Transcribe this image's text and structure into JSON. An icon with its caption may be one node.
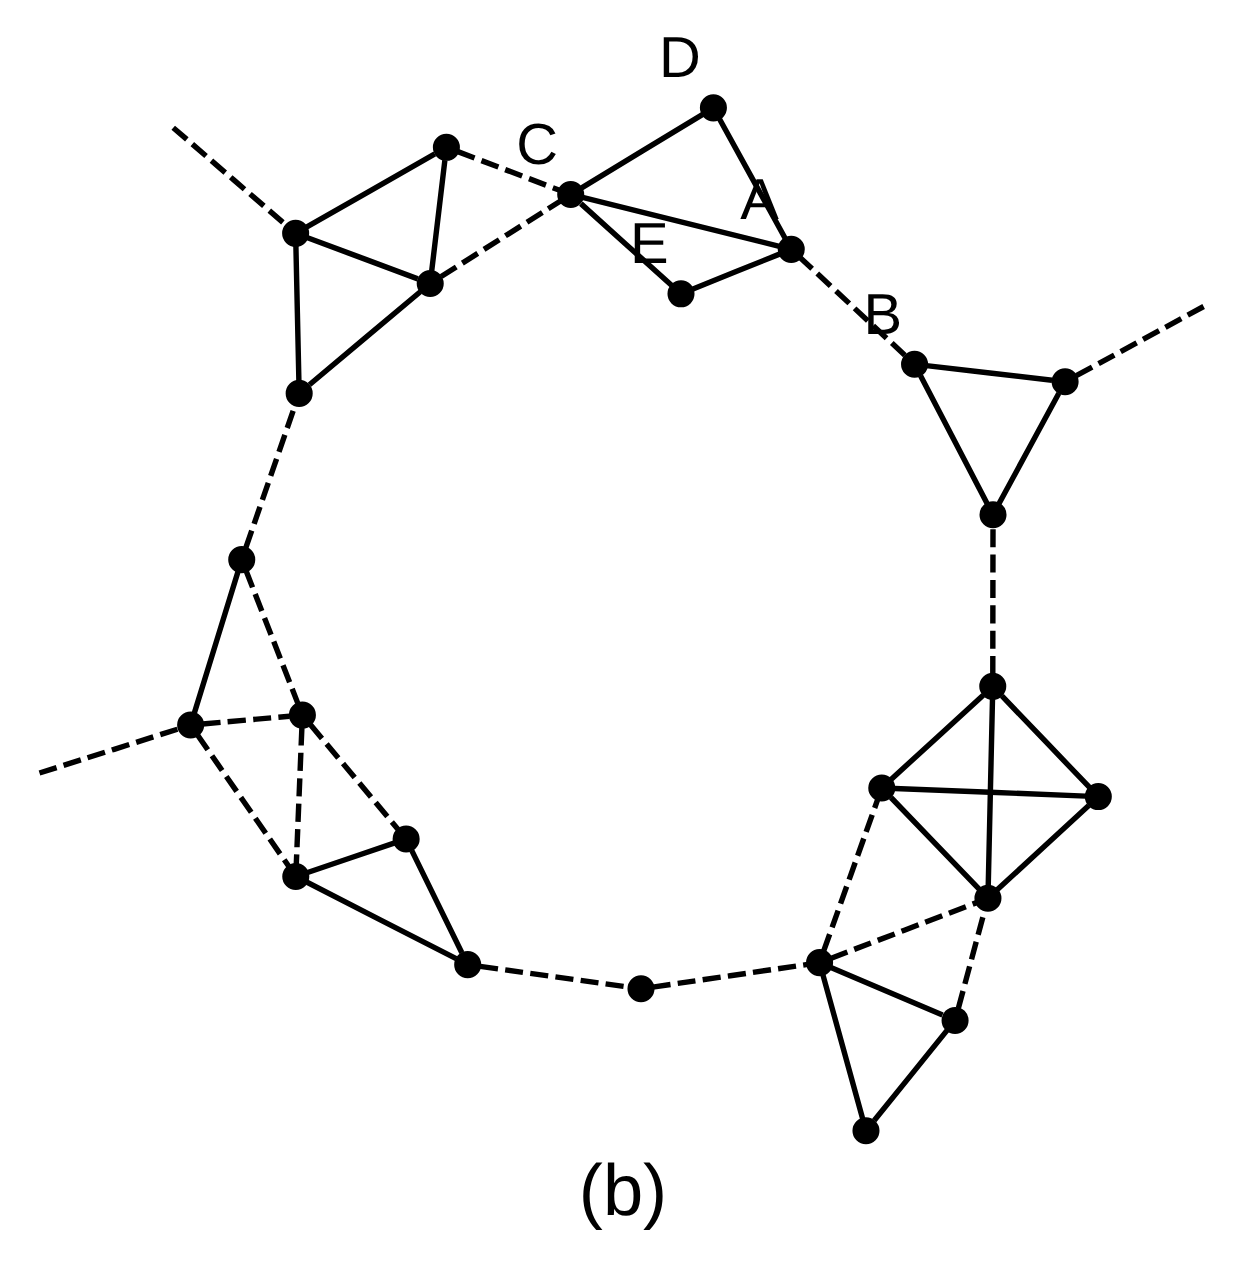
{
  "diagram": {
    "caption": "(b)",
    "nodes": [
      {
        "text": [],
        "shape": "circle"
      },
      {
        "text": [],
        "shape": "circle"
      },
      {
        "text": [],
        "shape": "circle"
      },
      {
        "text": [],
        "shape": "circle"
      },
      {
        "text": [],
        "shape": "circle"
      },
      {
        "text": [],
        "shape": "circle"
      },
      {
        "text": [],
        "shape": "circle"
      },
      {
        "text": [],
        "shape": "circle"
      },
      {
        "text": [],
        "shape": "circle"
      },
      {
        "text": [],
        "shape": "circle"
      },
      {
        "text": [],
        "shape": "circle"
      },
      {
        "text": [],
        "shape": "circle"
      },
      {
        "text": [],
        "shape": "circle"
      },
      {
        "text": [],
        "shape": "circle"
      },
      {
        "text": [],
        "shape": "circle"
      },
      {
        "text": [
          "B"
        ]
      },
      {
        "text": [],
        "shape": "circle"
      },
      {
        "text": [
          "D"
        ]
      },
      {
        "text": [
          "C"
        ]
      },
      {
        "text": [
          "A"
        ]
      },
      {
        "text": [
          "E"
        ]
      },
      {
        "text": [],
        "shape": "circle"
      },
      {
        "text": [],
        "shape": "circle"
      },
      {
        "text": [],
        "shape": "circle"
      },
      {
        "text": [],
        "shape": "circle"
      }
    ],
    "edges": [
      {
        "from": null,
        "to": 0,
        "arrow": "none",
        "style": "dashed"
      },
      {
        "from": 0,
        "to": 1,
        "arrow": "none"
      },
      {
        "from": 0,
        "to": 2,
        "arrow": "none",
        "style": "dashed"
      },
      {
        "from": 0,
        "to": 3,
        "arrow": "none",
        "style": "dashed"
      },
      {
        "from": 1,
        "to": 2,
        "arrow": "none",
        "style": "dashed"
      },
      {
        "from": 2,
        "to": 3,
        "arrow": "none",
        "style": "dashed"
      },
      {
        "from": 2,
        "to": 4,
        "arrow": "none",
        "style": "dashed"
      },
      {
        "from": 3,
        "to": 5,
        "arrow": "none"
      },
      {
        "from": 3,
        "to": 4,
        "arrow": "none"
      },
      {
        "from": 4,
        "to": 5,
        "arrow": "none"
      },
      {
        "from": 5,
        "to": 6,
        "arrow": "none",
        "style": "dashed"
      },
      {
        "from": 6,
        "to": 9,
        "arrow": "none",
        "style": "dashed"
      },
      {
        "from": 1,
        "to": 21,
        "arrow": "none",
        "style": "dashed"
      },
      {
        "from": 7,
        "to": 8,
        "arrow": "none"
      },
      {
        "from": 7,
        "to": 9,
        "arrow": "none"
      },
      {
        "from": 8,
        "to": 9,
        "arrow": "none"
      },
      {
        "from": 8,
        "to": 10,
        "arrow": "none",
        "style": "dashed"
      },
      {
        "from": 9,
        "to": 10,
        "arrow": "none",
        "style": "dashed"
      },
      {
        "from": 9,
        "to": 11,
        "arrow": "none",
        "style": "dashed"
      },
      {
        "from": 10,
        "to": 11,
        "arrow": "none"
      },
      {
        "from": 10,
        "to": 12,
        "arrow": "none"
      },
      {
        "from": 10,
        "to": 13,
        "arrow": "none"
      },
      {
        "from": 11,
        "to": 12,
        "arrow": "none"
      },
      {
        "from": 11,
        "to": 13,
        "arrow": "none"
      },
      {
        "from": 12,
        "to": 13,
        "arrow": "none"
      },
      {
        "from": 13,
        "to": 14,
        "arrow": "none",
        "style": "dashed"
      },
      {
        "from": 14,
        "to": 15,
        "arrow": "none"
      },
      {
        "from": 14,
        "to": 16,
        "arrow": "none"
      },
      {
        "from": 15,
        "to": 16,
        "arrow": "none"
      },
      {
        "from": 16,
        "to": null,
        "arrow": "none",
        "style": "dashed"
      },
      {
        "from": 15,
        "to": 19,
        "arrow": "none",
        "style": "dashed"
      },
      {
        "from": 17,
        "to": 18,
        "arrow": "none"
      },
      {
        "from": 17,
        "to": 19,
        "arrow": "none"
      },
      {
        "from": 18,
        "to": 19,
        "arrow": "none"
      },
      {
        "from": 18,
        "to": 20,
        "arrow": "none"
      },
      {
        "from": 19,
        "to": 20,
        "arrow": "none"
      },
      {
        "from": 22,
        "to": 18,
        "arrow": "none",
        "style": "dashed"
      },
      {
        "from": 24,
        "to": 18,
        "arrow": "none",
        "style": "dashed"
      },
      {
        "from": 21,
        "to": 22,
        "arrow": "none"
      },
      {
        "from": 21,
        "to": 23,
        "arrow": "none"
      },
      {
        "from": 22,
        "to": 23,
        "arrow": "none"
      },
      {
        "from": 22,
        "to": 24,
        "arrow": "none"
      },
      {
        "from": 23,
        "to": 24,
        "arrow": "none"
      },
      {
        "from": null,
        "to": 23,
        "arrow": "none",
        "style": "dashed"
      }
    ]
  }
}
